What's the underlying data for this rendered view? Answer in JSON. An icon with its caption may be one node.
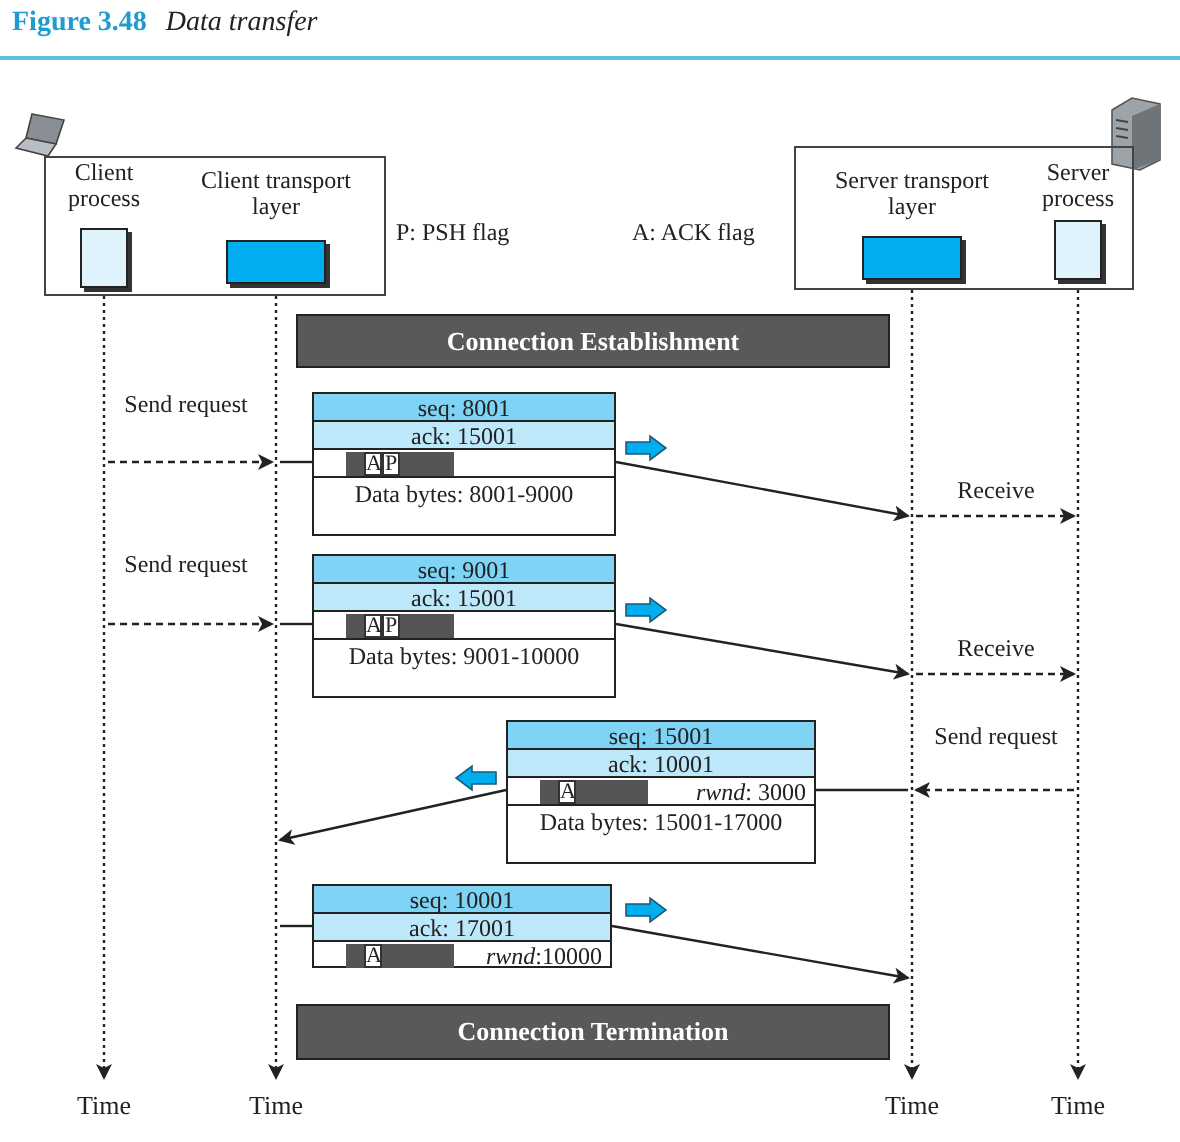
{
  "diagram": {
    "title": "**Figure 3.48** *Data transfer*",
    "nodes": [
      {
        "text": [],
        "shape": "box"
      },
      {
        "text": [
          "Client process"
        ],
        "in": 0
      },
      {
        "text": [
          "Client transport layer"
        ],
        "in": 0
      },
      {
        "text": [],
        "shape": "box"
      },
      {
        "text": [
          "Server transport layer"
        ],
        "in": 3
      },
      {
        "text": [
          "Server process"
        ],
        "in": 3
      },
      {
        "text": [
          "Connection Establishment"
        ]
      },
      {
        "text": [
          "seq: 8001",
          "ack: 15001",
          "A",
          "P",
          "Data bytes: 8001-9000"
        ]
      },
      {
        "text": [
          "seq: 9001",
          "ack: 15001",
          "A",
          "P",
          "Data bytes: 9001-10000"
        ]
      },
      {
        "text": [
          "seq: 15001",
          "ack: 10001",
          "A",
          "*rwnd*: 3000",
          "Data bytes: 15001-17000"
        ]
      },
      {
        "text": [
          "seq: 10001",
          "ack: 17001",
          "A",
          "*rwnd*:10000"
        ]
      },
      {
        "text": [
          "Connection Termination"
        ]
      },
      {
        "text": [],
        "shape": "line",
        "beside": [
          "Time"
        ]
      },
      {
        "text": [],
        "shape": "line",
        "beside": [
          "Time"
        ]
      },
      {
        "text": [],
        "shape": "line",
        "beside": [
          "Time"
        ]
      },
      {
        "text": [],
        "shape": "line",
        "beside": [
          "Time"
        ]
      }
    ],
    "edges": [
      {
        "from": 12,
        "to": 13,
        "arrow": "to",
        "style": "dashed",
        "label": "Send request"
      },
      {
        "from": 13,
        "to": 7,
        "arrow": "none"
      },
      {
        "from": 7,
        "to": 14,
        "arrow": "to"
      },
      {
        "from": 14,
        "to": 15,
        "arrow": "to",
        "style": "dashed",
        "label": "Receive"
      },
      {
        "from": 12,
        "to": 13,
        "arrow": "to",
        "style": "dashed",
        "label": "Send request"
      },
      {
        "from": 13,
        "to": 8,
        "arrow": "none"
      },
      {
        "from": 8,
        "to": 14,
        "arrow": "to"
      },
      {
        "from": 14,
        "to": 15,
        "arrow": "to",
        "style": "dashed",
        "label": "Receive"
      },
      {
        "from": 15,
        "to": 14,
        "arrow": "to",
        "style": "dashed",
        "label": "Send request"
      },
      {
        "from": 14,
        "to": 9,
        "arrow": "none"
      },
      {
        "from": 9,
        "to": 13,
        "arrow": "to"
      },
      {
        "from": 13,
        "to": 10,
        "arrow": "none"
      },
      {
        "from": 10,
        "to": 14,
        "arrow": "to"
      }
    ],
    "labels": [
      "P: PSH flag",
      "A: ACK flag"
    ]
  }
}
